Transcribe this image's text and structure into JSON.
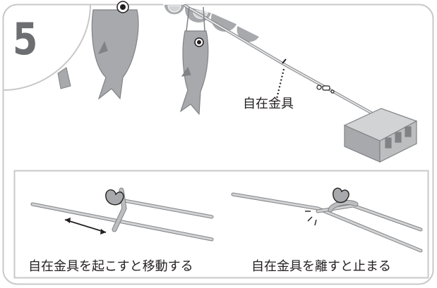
{
  "step": {
    "number": "5"
  },
  "callout": {
    "label": "自在金具"
  },
  "captions": {
    "left": "自在金具を起こすと移動する",
    "right": "自在金具を離すと止まる"
  },
  "colors": {
    "frame": "#c8c8c8",
    "fish_body": "#a7a9ac",
    "fish_outline": "#808285",
    "rope_fill": "#d1d3d4",
    "rope_outline": "#808285",
    "box": "#bcbec0",
    "text": "#231f20"
  }
}
